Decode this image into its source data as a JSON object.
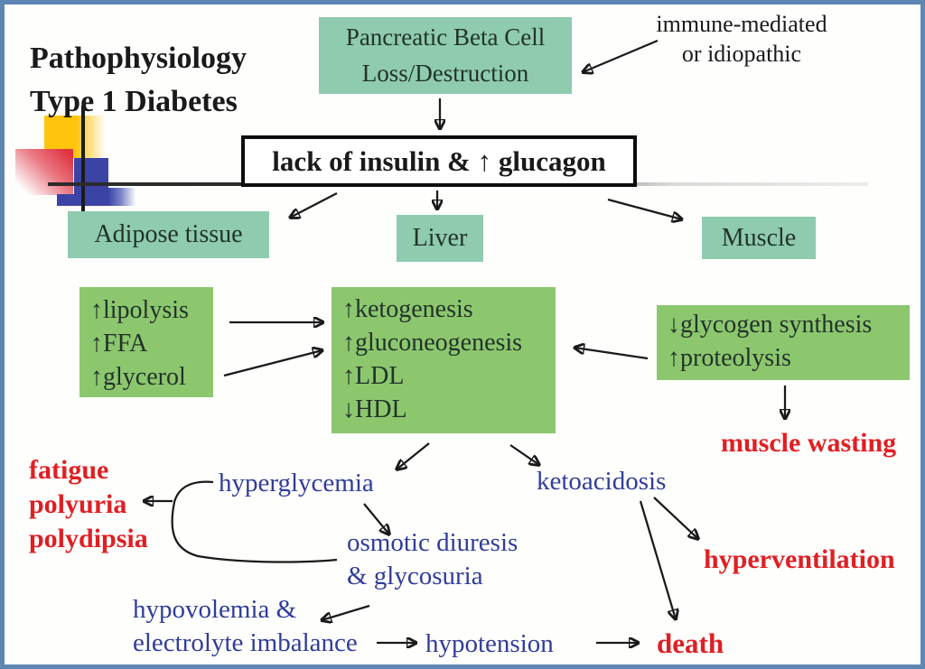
{
  "title": {
    "line1": "Pathophysiology",
    "line2": "Type 1 Diabetes"
  },
  "annotation": {
    "line1": "immune-mediated",
    "line2": "or idiopathic"
  },
  "nodes": {
    "pancreatic": {
      "line1": "Pancreatic Beta Cell",
      "line2": "Loss/Destruction"
    },
    "insulin": "lack of insulin & ↑ glucagon",
    "adipose": "Adipose tissue",
    "liver": "Liver",
    "muscle": "Muscle",
    "lipolysis": {
      "line1": "↑lipolysis",
      "line2": "↑FFA",
      "line3": "↑glycerol"
    },
    "ketogenesis": {
      "line1": "↑ketogenesis",
      "line2": "↑gluconeogenesis",
      "line3": "↑LDL",
      "line4": "↓HDL"
    },
    "glycogen": {
      "line1": "↓glycogen synthesis",
      "line2": "↑proteolysis"
    },
    "muscle_wasting": "muscle wasting",
    "fatigue": {
      "line1": "fatigue",
      "line2": "polyuria",
      "line3": "polydipsia"
    },
    "hyperglycemia": "hyperglycemia",
    "ketoacidosis": "ketoacidosis",
    "osmotic": {
      "line1": "osmotic diuresis",
      "line2": "& glycosuria"
    },
    "hypovolemia": {
      "line1": "hypovolemia &",
      "line2": "electrolyte imbalance"
    },
    "hypotension": "hypotension",
    "hyperventilation": "hyperventilation",
    "death": "death"
  },
  "colors": {
    "teal_box": "#8fcbae",
    "green_box": "#8cc76e",
    "red_text": "#e01f23",
    "blue_text": "#303d99",
    "slide_border": "#5e86b3",
    "arrow": "#1a1a1a",
    "box_text": "#22332b",
    "deco_yellow": "#ffc40c",
    "deco_red": "#e0333e",
    "deco_blue": "#3b44a5"
  }
}
